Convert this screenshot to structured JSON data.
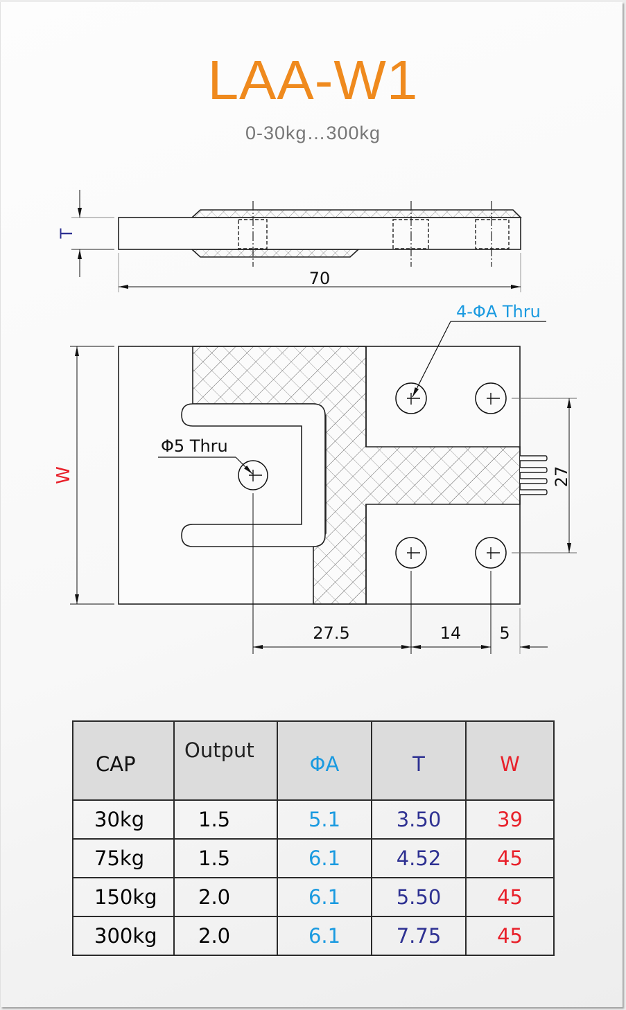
{
  "header": {
    "title": "LAA-W1",
    "subtitle": "0-30kg…300kg"
  },
  "colors": {
    "title": "#ef8a1e",
    "phiA": "#1a9ae0",
    "T": "#2e3192",
    "W": "#e8202a"
  },
  "side_view": {
    "thickness_label": "T",
    "length_dim": "70"
  },
  "top_view": {
    "hole_callout": "4-ΦA Thru",
    "center_hole_callout": "Φ5 Thru",
    "width_label": "W",
    "hole_spacing_vertical": "27",
    "dim_center_to_hole": "27.5",
    "dim_hole_to_hole": "14",
    "dim_hole_to_edge": "5"
  },
  "spec_table": {
    "headers": {
      "cap": "CAP",
      "output": "Output",
      "phiA": "ΦA",
      "t": "T",
      "w": "W"
    },
    "rows": [
      {
        "cap": "30kg",
        "output": "1.5",
        "phiA": "5.1",
        "t": "3.50",
        "w": "39"
      },
      {
        "cap": "75kg",
        "output": "1.5",
        "phiA": "6.1",
        "t": "4.52",
        "w": "45"
      },
      {
        "cap": "150kg",
        "output": "2.0",
        "phiA": "6.1",
        "t": "5.50",
        "w": "45"
      },
      {
        "cap": "300kg",
        "output": "2.0",
        "phiA": "6.1",
        "t": "7.75",
        "w": "45"
      }
    ]
  }
}
